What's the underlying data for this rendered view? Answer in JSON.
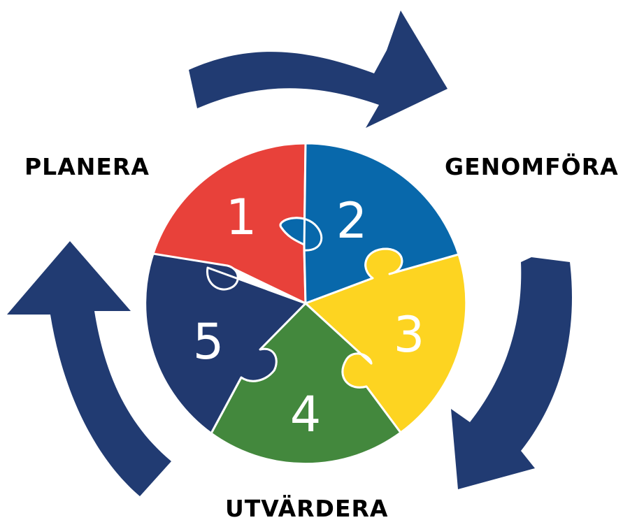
{
  "phases": {
    "plan": "PLANERA",
    "execute": "GENOMFÖRA",
    "evaluate": "UTVÄRDERA"
  },
  "pieces": [
    {
      "number": "1",
      "color": "#e8413a"
    },
    {
      "number": "2",
      "color": "#0868ab"
    },
    {
      "number": "3",
      "color": "#fdd421"
    },
    {
      "number": "4",
      "color": "#43883d"
    },
    {
      "number": "5",
      "color": "#21396f"
    }
  ],
  "arrow_color": "#213b72"
}
